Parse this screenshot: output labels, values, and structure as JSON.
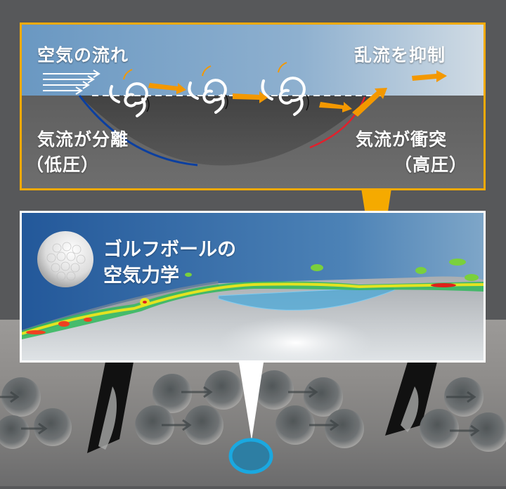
{
  "top_panel": {
    "border_color": "#f5aa00",
    "labels": {
      "air_flow": "空気の流れ",
      "turbulence_suppressed": "乱流を抑制",
      "separation": "気流が分離",
      "separation_pressure": "（低圧）",
      "collision": "気流が衝突",
      "collision_pressure": "（高圧）"
    },
    "colors": {
      "sky": "#6f9cc4",
      "surface": "#6b6b6b",
      "flow_arrow": "#f39800",
      "low_pressure_edge": "#0b3fa0",
      "high_pressure_edge": "#e2202c"
    }
  },
  "bottom_panel": {
    "border_color": "#ffffff",
    "title_line1": "ゴルフボールの",
    "title_line2": "空気力学",
    "colors": {
      "background": "#2f68a0",
      "dimple_highlight": "#4aa8d8"
    }
  },
  "connectors": {
    "top_to_bottom_color": "#f5aa00",
    "bottom_to_metal_color": "#ffffff",
    "focus_ring_color": "#1aa8e0"
  }
}
